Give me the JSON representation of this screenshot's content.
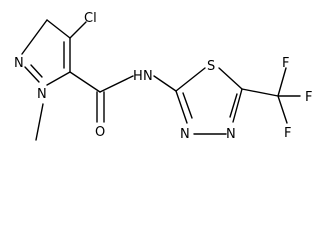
{
  "molecule": {
    "atoms": {
      "cl": "Cl",
      "n_pyrazole_top": "N",
      "n_pyrazole_methyl": "N",
      "nh": "N",
      "h": "H",
      "o": "O",
      "s": "S",
      "n_thiadiazole_left": "N",
      "n_thiadiazole_right": "N",
      "f_top": "F",
      "f_right": "F",
      "f_bottom": "F"
    }
  }
}
